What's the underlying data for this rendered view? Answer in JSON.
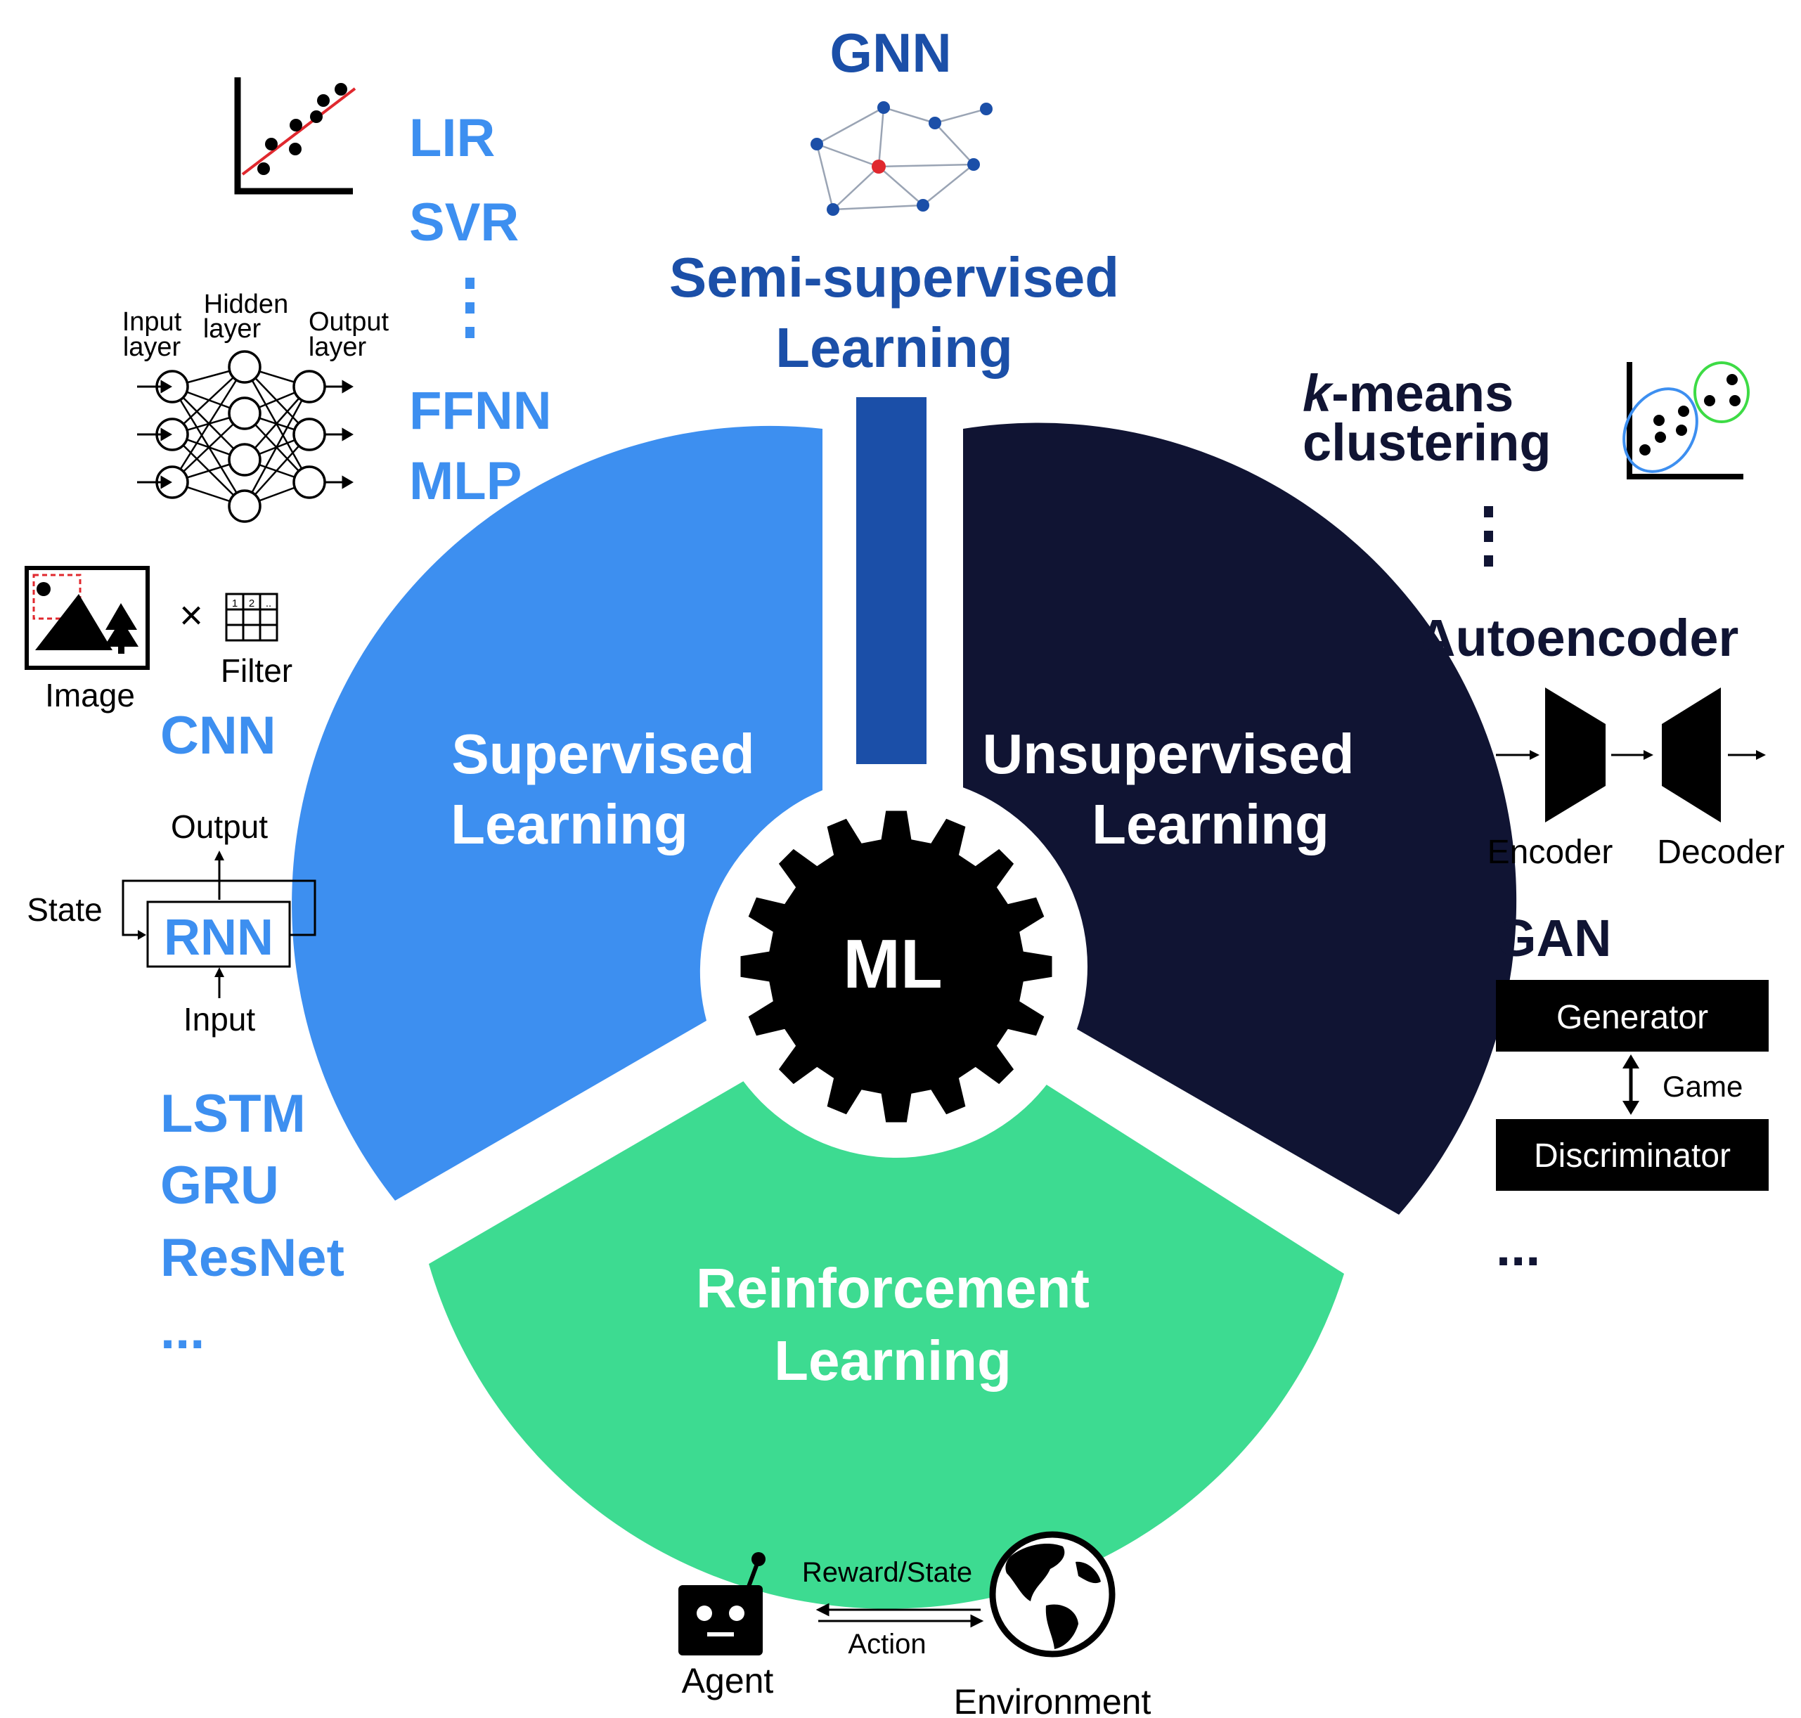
{
  "colors": {
    "supervised": "#3d8ff0",
    "unsupervised": "#101433",
    "reinforcement": "#3ddb91",
    "semi": "#1b4fa8",
    "gnn_text": "#1b4fa8",
    "supervised_text": "#3d8ff0",
    "gear": "#000000",
    "white": "#ffffff"
  },
  "center": {
    "label": "ML"
  },
  "sectors": {
    "supervised": {
      "line1": "Supervised",
      "line2": "Learning"
    },
    "unsupervised": {
      "line1": "Unsupervised",
      "line2": "Learning"
    },
    "reinforcement": {
      "line1": "Reinforcement",
      "line2": "Learning"
    },
    "semi": {
      "line1": "Semi-supervised",
      "line2": "Learning"
    }
  },
  "supervised_models": {
    "lir": "LIR",
    "svr": "SVR",
    "ffnn": "FFNN",
    "mlp": "MLP",
    "cnn": "CNN",
    "rnn": "RNN",
    "lstm": "LSTM",
    "gru": "GRU",
    "resnet": "ResNet",
    "more": "..."
  },
  "nn_diagram": {
    "input": [
      "Input",
      "layer"
    ],
    "hidden": [
      "Hidden",
      "layer"
    ],
    "output": [
      "Output",
      "layer"
    ]
  },
  "cnn_diagram": {
    "image": "Image",
    "times": "×",
    "filter": "Filter",
    "cells": [
      "1",
      "2",
      ".."
    ]
  },
  "rnn_diagram": {
    "output": "Output",
    "state": "State",
    "input": "Input"
  },
  "semi_models": {
    "gnn": "GNN"
  },
  "unsupervised_models": {
    "kmeans_italic": "k",
    "kmeans_rest": "-means",
    "clustering": "clustering",
    "autoencoder": "Autoencoder",
    "encoder": "Encoder",
    "decoder": "Decoder",
    "gan": "GAN",
    "generator": "Generator",
    "game": "Game",
    "discriminator": "Discriminator",
    "more": "..."
  },
  "rl_diagram": {
    "agent": "Agent",
    "environment": "Environment",
    "reward_state": "Reward/State",
    "action": "Action"
  }
}
